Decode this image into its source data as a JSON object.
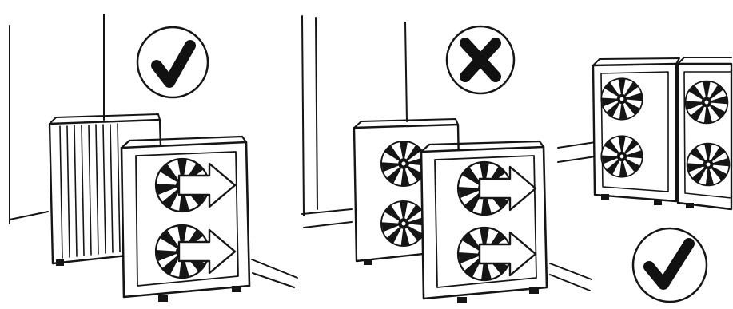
{
  "panels": [
    {
      "id": "left",
      "verdict": "correct",
      "icon": "check-icon",
      "description_visible_text": ""
    },
    {
      "id": "middle",
      "verdict": "incorrect",
      "icon": "cross-icon",
      "description_visible_text": ""
    },
    {
      "id": "right",
      "verdict": "correct",
      "icon": "check-icon",
      "description_visible_text": ""
    }
  ],
  "colors": {
    "ink": "#151515",
    "background": "#ffffff"
  }
}
